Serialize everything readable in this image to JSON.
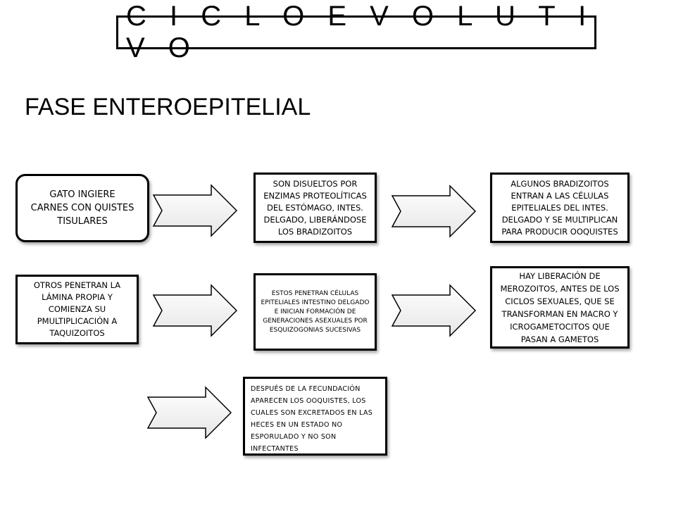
{
  "title": "C I C L O   E V O L U T I V O",
  "subtitle": "FASE ENTEROEPITELIAL",
  "boxes": [
    {
      "text": "GATO INGIERE CARNES CON QUISTES TISULARES"
    },
    {
      "text": "SON DISUELTOS POR ENZIMAS PROTEOLÍTICAS DEL ESTÓMAGO, INTES. DELGADO, LIBERÁNDOSE LOS BRADIZOITOS"
    },
    {
      "text": "ALGUNOS BRADIZOITOS ENTRAN A LAS CÉLULAS EPITELIALES DEL INTES. DELGADO Y SE MULTIPLICAN PARA PRODUCIR OOQUISTES"
    },
    {
      "text": "OTROS PENETRAN LA LÁMINA PROPIA Y COMIENZA SU PMULTIPLICACIÓN A TAQUIZOITOS"
    },
    {
      "text": "ESTOS PENETRAN CÉLULAS EPITELIALES INTESTINO DELGADO E INICIAN FORMACIÓN DE GENERACIONES ASEXUALES POR ESQUIZOGONIAS SUCESIVAS"
    },
    {
      "text": "HAY LIBERACIÓN DE MEROZOITOS, ANTES DE LOS CICLOS SEXUALES, QUE SE TRANSFORMAN EN MACRO Y ICROGAMETOCITOS QUE PASAN A GAMETOS"
    },
    {
      "text": "DESPUÉS DE LA FECUNDACIÓN APARECEN LOS OOQUISTES, LOS CUALES SON EXCRETADOS EN LAS HECES EN UN ESTADO NO ESPORULADO Y NO SON INFECTANTES"
    }
  ]
}
